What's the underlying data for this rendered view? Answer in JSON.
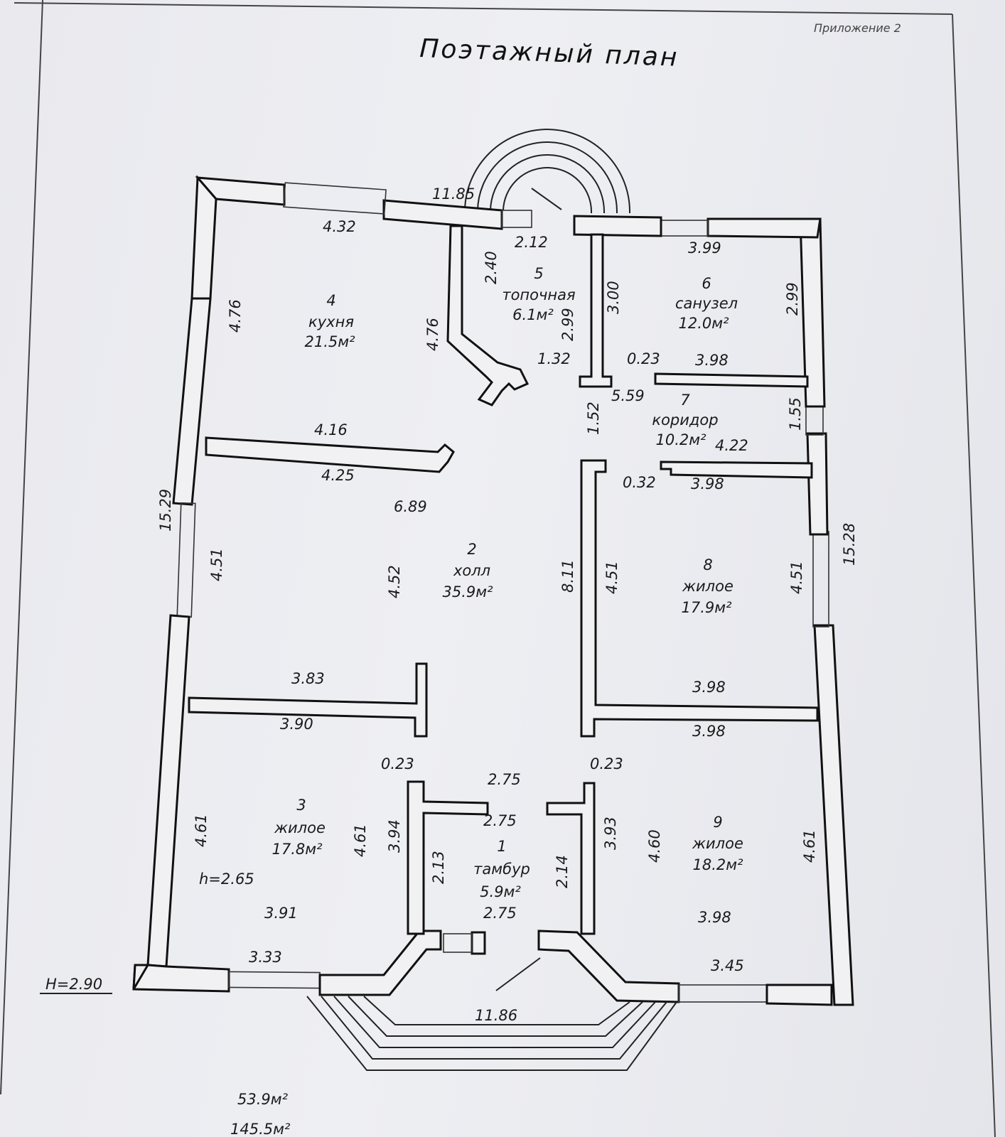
{
  "header": {
    "appendix": "Приложение 2",
    "title": "Поэтажный план"
  },
  "rooms": [
    {
      "num": "1",
      "name": "тамбур",
      "area": "5.9м²"
    },
    {
      "num": "2",
      "name": "холл",
      "area": "35.9м²"
    },
    {
      "num": "3",
      "name": "жилое",
      "area": "17.8м²"
    },
    {
      "num": "4",
      "name": "кухня",
      "area": "21.5м²"
    },
    {
      "num": "5",
      "name": "топочная",
      "area": "6.1м²"
    },
    {
      "num": "6",
      "name": "санузел",
      "area": "12.0м²"
    },
    {
      "num": "7",
      "name": "коридор",
      "area": "10.2м²"
    },
    {
      "num": "8",
      "name": "жилое",
      "area": "17.9м²"
    },
    {
      "num": "9",
      "name": "жилое",
      "area": "18.2м²"
    }
  ],
  "dimensions": {
    "d11_85": "11.85",
    "d4_32": "4.32",
    "d2_12": "2.12",
    "d3_99": "3.99",
    "d2_40": "2.40",
    "d4_76_left": "4.76",
    "d4_76_inner": "4.76",
    "d2_99_k": "2.99",
    "d3_00": "3.00",
    "d2_99_r": "2.99",
    "d1_32": "1.32",
    "d0_23_a": "0.23",
    "d3_98_a": "3.98",
    "d5_59": "5.59",
    "d1_55": "1.55",
    "d1_52": "1.52",
    "d4_16": "4.16",
    "d4_22": "4.22",
    "d4_25": "4.25",
    "d0_32": "0.32",
    "d3_98_b": "3.98",
    "d6_89": "6.89",
    "d15_29": "15.29",
    "d15_28": "15.28",
    "d4_51_l": "4.51",
    "d4_52": "4.52",
    "d8_11": "8.11",
    "d4_51_m": "4.51",
    "d4_51_r": "4.51",
    "d3_83": "3.83",
    "d3_98_c": "3.98",
    "d3_90": "3.90",
    "d3_98_d": "3.98",
    "d0_23_b": "0.23",
    "d0_23_c": "0.23",
    "d2_75_a": "2.75",
    "d2_75_b": "2.75",
    "d4_61_l": "4.61",
    "d4_61_m": "4.61",
    "d3_94": "3.94",
    "d2_13": "2.13",
    "d2_14": "2.14",
    "d3_93": "3.93",
    "d4_60": "4.60",
    "d4_61_r": "4.61",
    "h_room": "h=2.65",
    "d3_91": "3.91",
    "d2_75_c": "2.75",
    "d3_98_e": "3.98",
    "d3_33": "3.33",
    "d3_45": "3.45",
    "d11_86": "11.86"
  },
  "footer": {
    "height": "H=2.90",
    "area_living": "53.9м²",
    "area_total": "145.5м²"
  }
}
